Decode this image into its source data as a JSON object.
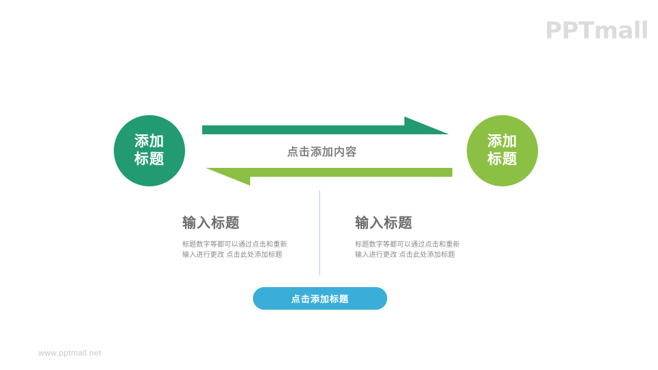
{
  "brand": {
    "logo_text": "PPTmall",
    "logo_color": "#dcdcdc",
    "footer_url": "www.pptmall.net",
    "footer_color": "#c8c8c8"
  },
  "diagram": {
    "left_node": {
      "line1": "添加",
      "line2": "标题",
      "color": "#229a72",
      "text_color": "#ffffff"
    },
    "right_node": {
      "line1": "添加",
      "line2": "标题",
      "color": "#8cc044",
      "text_color": "#ffffff"
    },
    "arrow_forward": {
      "direction": "right",
      "color": "#229a72"
    },
    "arrow_backward": {
      "direction": "left",
      "color": "#8cc044"
    },
    "center_label": "点击添加内容",
    "center_label_color": "#808080",
    "divider_color": "#9ed2e8"
  },
  "columns": [
    {
      "title": "输入标题",
      "body_line1": "标题数字等都可以通过点击和重新",
      "body_line2": "输入进行更改 点击此处添加标题"
    },
    {
      "title": "输入标题",
      "body_line1": "标题数字等都可以通过点击和重新",
      "body_line2": "输入进行更改 点击此处添加标题"
    }
  ],
  "cta": {
    "label": "点击添加标题",
    "background": "#3aaed8",
    "text_color": "#ffffff"
  }
}
